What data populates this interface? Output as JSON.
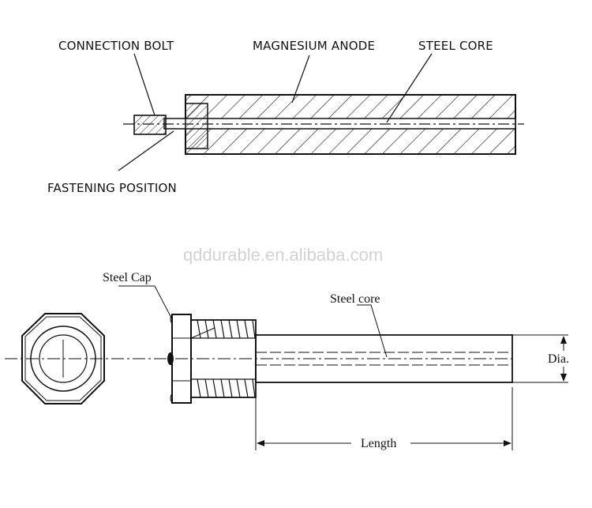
{
  "top_diagram": {
    "labels": {
      "connection_bolt": "CONNECTION BOLT",
      "magnesium_anode": "MAGNESIUM ANODE",
      "steel_core": "STEEL  CORE",
      "fastening_position": "FASTENING POSITION"
    }
  },
  "watermark": "qddurable.en.alibaba.com",
  "bottom_diagram": {
    "labels": {
      "steel_cap": "Steel Cap",
      "steel_core": "Steel core",
      "length": "Length",
      "diameter": "Dia."
    }
  }
}
